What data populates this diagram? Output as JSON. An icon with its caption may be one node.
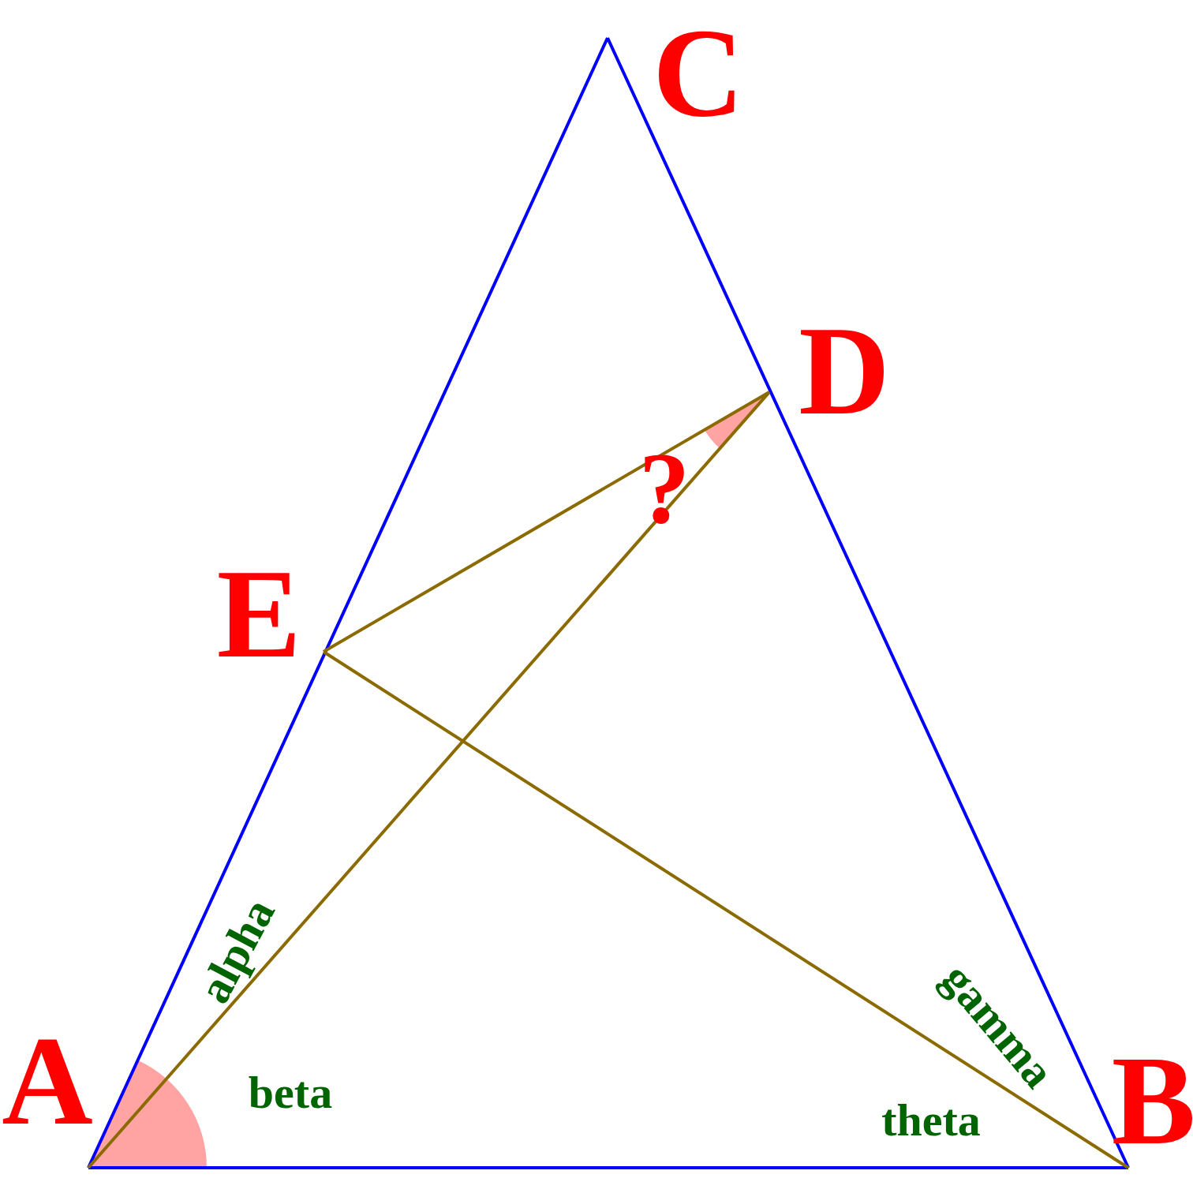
{
  "diagram": {
    "nodes": [
      {
        "text": [
          "A"
        ]
      },
      {
        "text": [
          "B"
        ]
      },
      {
        "text": [
          "C"
        ]
      },
      {
        "text": [
          "D"
        ]
      },
      {
        "text": [
          "E"
        ]
      }
    ],
    "edges": [
      {
        "from": 0,
        "to": 1,
        "arrow": "none"
      },
      {
        "from": 1,
        "to": 2,
        "arrow": "none"
      },
      {
        "from": 2,
        "to": 0,
        "arrow": "none"
      },
      {
        "from": 0,
        "to": 3,
        "arrow": "none",
        "color": "#8b6a00"
      },
      {
        "from": 1,
        "to": 4,
        "arrow": "none",
        "color": "#8b6a00"
      },
      {
        "from": 4,
        "to": 3,
        "arrow": "none",
        "color": "#8b6a00"
      }
    ],
    "labels": [
      "?",
      "alpha",
      "beta",
      "gamma",
      "theta"
    ]
  }
}
